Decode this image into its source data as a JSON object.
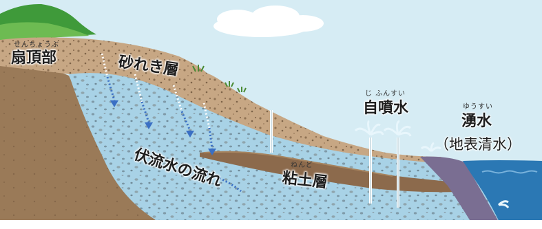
{
  "labels": {
    "fan_top": {
      "text": "扇頂部",
      "ruby": "せんちょうぶ"
    },
    "gravel_layer": {
      "text": "砂れき層"
    },
    "artesian": {
      "text": "自噴水",
      "ruby": "じ ふんすい"
    },
    "spring": {
      "text": "湧水",
      "ruby": "ゆうすい"
    },
    "spring_alt": {
      "text": "（地表清水）"
    },
    "underflow": {
      "text": "伏流水の流れ"
    },
    "clay_layer": {
      "text": "粘土層",
      "ruby": "ねんど"
    }
  },
  "colors": {
    "sky": "#d6ecf4",
    "hill": "#3f9a3a",
    "soil": "#9a7a58",
    "rock": "#c8a886",
    "aquifer": "#a8d2e6",
    "clay": "#8c6a4c",
    "sea": "#2b78b4",
    "water_stream": "#e8f6fc",
    "arrow": "#3a6fc4"
  }
}
